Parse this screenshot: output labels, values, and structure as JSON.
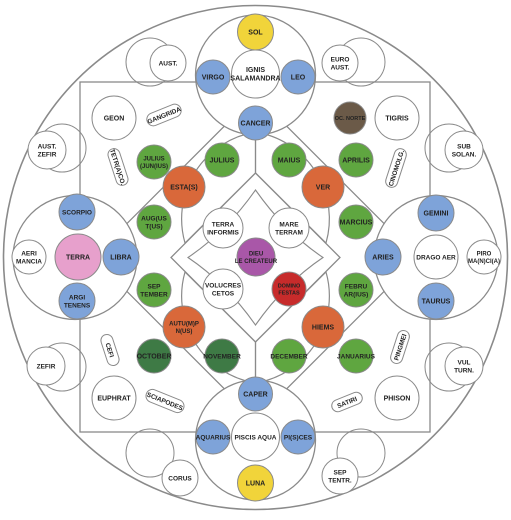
{
  "colors": {
    "stroke": "#8a8a8a",
    "paper": "#ffffff",
    "blue": "#7ea3d9",
    "green": "#5fa640",
    "dark_green": "#3e7a45",
    "orange": "#d9683a",
    "yellow": "#f1d43a",
    "purple": "#a957a8",
    "pink": "#e7a0cc",
    "red": "#c72b2b",
    "brown": "#6b5a48"
  },
  "labels": {
    "sol": "SOL",
    "luna": "LUNA",
    "ignis": [
      "IGNIS",
      "SALAMANDRA"
    ],
    "virgo": "VIRGO",
    "leo": "LEO",
    "cancer": "CANCER",
    "oc_norte": "OC. NORTE",
    "aust": "AUST.",
    "euro_aust": [
      "EURO",
      "AUST."
    ],
    "geon": "GEON",
    "gangrida": "GANGRIDA",
    "tigris": "TIGRIS",
    "tetrapco": "TETR(A)CO.",
    "cinomolg": "CINOMOLG.",
    "aust_zefir": [
      "AUST.",
      "ZEFIR"
    ],
    "sub_solan": [
      "SUB",
      "SOLAN."
    ],
    "julius_jun": [
      "JULIUS",
      "(JUN(IUS)"
    ],
    "julius": "JULIUS",
    "maius": "MAIUS",
    "aprilis": "APRILIS",
    "estas": "ESTA(S)",
    "ver": "VER",
    "augustus": [
      "AUG(US",
      "T(US)"
    ],
    "marcius": "MARCIUS",
    "terra_informis": [
      "TERRA",
      "INFORMIS"
    ],
    "mare_terram": [
      "MARE",
      "TERRAM"
    ],
    "dieu": [
      "DIEU",
      "LE CREATEUR"
    ],
    "scorpio": "SCORPIO",
    "gemini": "GEMINI",
    "aeri_mancia": [
      "AERI",
      "MANCIA"
    ],
    "terra": "TERRA",
    "libra": "LIBRA",
    "aries": "ARIES",
    "drago_aer": "DRAGO AER",
    "piro_mancia": [
      "PIRO",
      "MA(N)CI(A)"
    ],
    "argi_tenens": [
      "ARGI",
      "TENENS"
    ],
    "taurus": "TAURUS",
    "september": [
      "SEP",
      "TEMBER"
    ],
    "volucres_cetos": [
      "VOLUCRES",
      "CETOS"
    ],
    "red_center": [
      "DOMINO",
      "FESTAS"
    ],
    "februarius": [
      "FEBRU",
      "AR(IUS)"
    ],
    "autumpnus": [
      "AUTU(M)P",
      "N(US)"
    ],
    "hiems": "HIEMS",
    "cefi": "CEFI",
    "pingmei": "PINGMEI",
    "zefir": "ZEFIR",
    "vul_turn": [
      "VUL",
      "TURN."
    ],
    "october": "OCTOBER",
    "november": "NOVEMBER",
    "december": "DECEMBER",
    "januarius": "JANUARIUS",
    "euphrat": "EUPHRAT",
    "sciapodes": "SCIAPODES",
    "satiri": "SATIRI",
    "phison": "PHISON",
    "caper": "CAPER",
    "aquarius": "AQUARIUS",
    "piscis_aqua": "PISCIS AQUA",
    "pisces": "PI(S)CES",
    "corus": "CORUS",
    "sep_tentr": [
      "SEP",
      "TENTR."
    ]
  }
}
